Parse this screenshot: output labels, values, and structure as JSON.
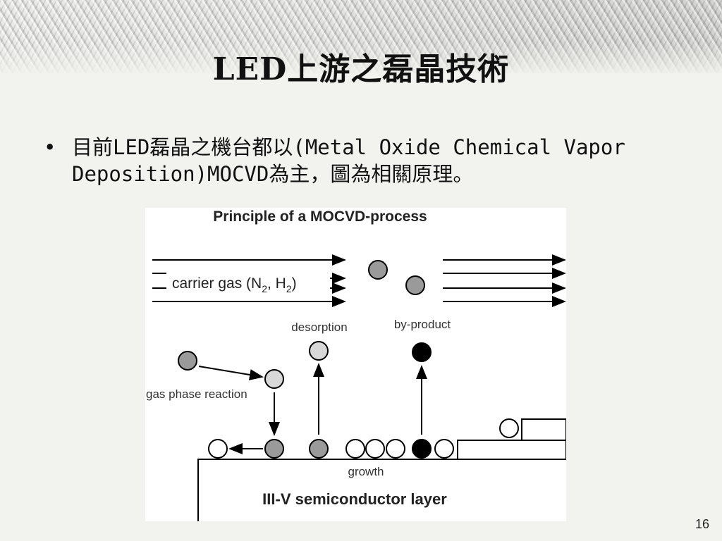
{
  "slide": {
    "title": "LED上游之磊晶技術",
    "bullet_marker": "•",
    "bullet_text": "目前LED磊晶之機台都以(Metal Oxide Chemical Vapor Deposition)MOCVD為主，圖為相關原理。",
    "page_number": "16"
  },
  "figure": {
    "title": "Principle of a MOCVD-process",
    "carrier_gas_label": "carrier gas (N",
    "carrier_gas_sub1": "2",
    "carrier_gas_mid": ", H",
    "carrier_gas_sub2": "2",
    "carrier_gas_end": ")",
    "desorption_label": "desorption",
    "by_product_label": "by-product",
    "gas_phase_label": "gas phase reaction",
    "growth_label": "growth",
    "layer_label": "III-V semiconductor layer"
  },
  "colors": {
    "gray_particle": "#9a9a9a",
    "light_particle": "#d8d8d8",
    "black_particle": "#000000",
    "white_particle": "#ffffff"
  }
}
